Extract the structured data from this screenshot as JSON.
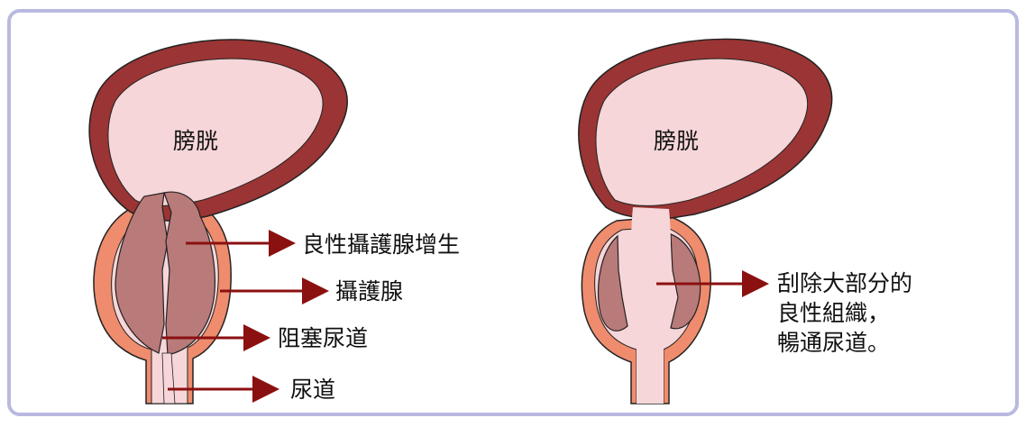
{
  "left_diagram": {
    "bladder_label": "膀胱",
    "labels": {
      "bph": "良性攝護腺增生",
      "prostate": "攝護腺",
      "obstructed_urethra": "阻塞尿道",
      "urethra": "尿道"
    }
  },
  "right_diagram": {
    "bladder_label": "膀胱",
    "result_lines": [
      "刮除大部分的",
      "良性組織，",
      "暢通尿道。"
    ]
  },
  "colors": {
    "bladder_wall": "#9b3434",
    "bladder_fill": "#f6d6d8",
    "prostate_capsule": "#ef8c6e",
    "hyperplasia": "#b97a7a",
    "arrow": "#8b1010",
    "frame_border": "#b9b9e0"
  }
}
